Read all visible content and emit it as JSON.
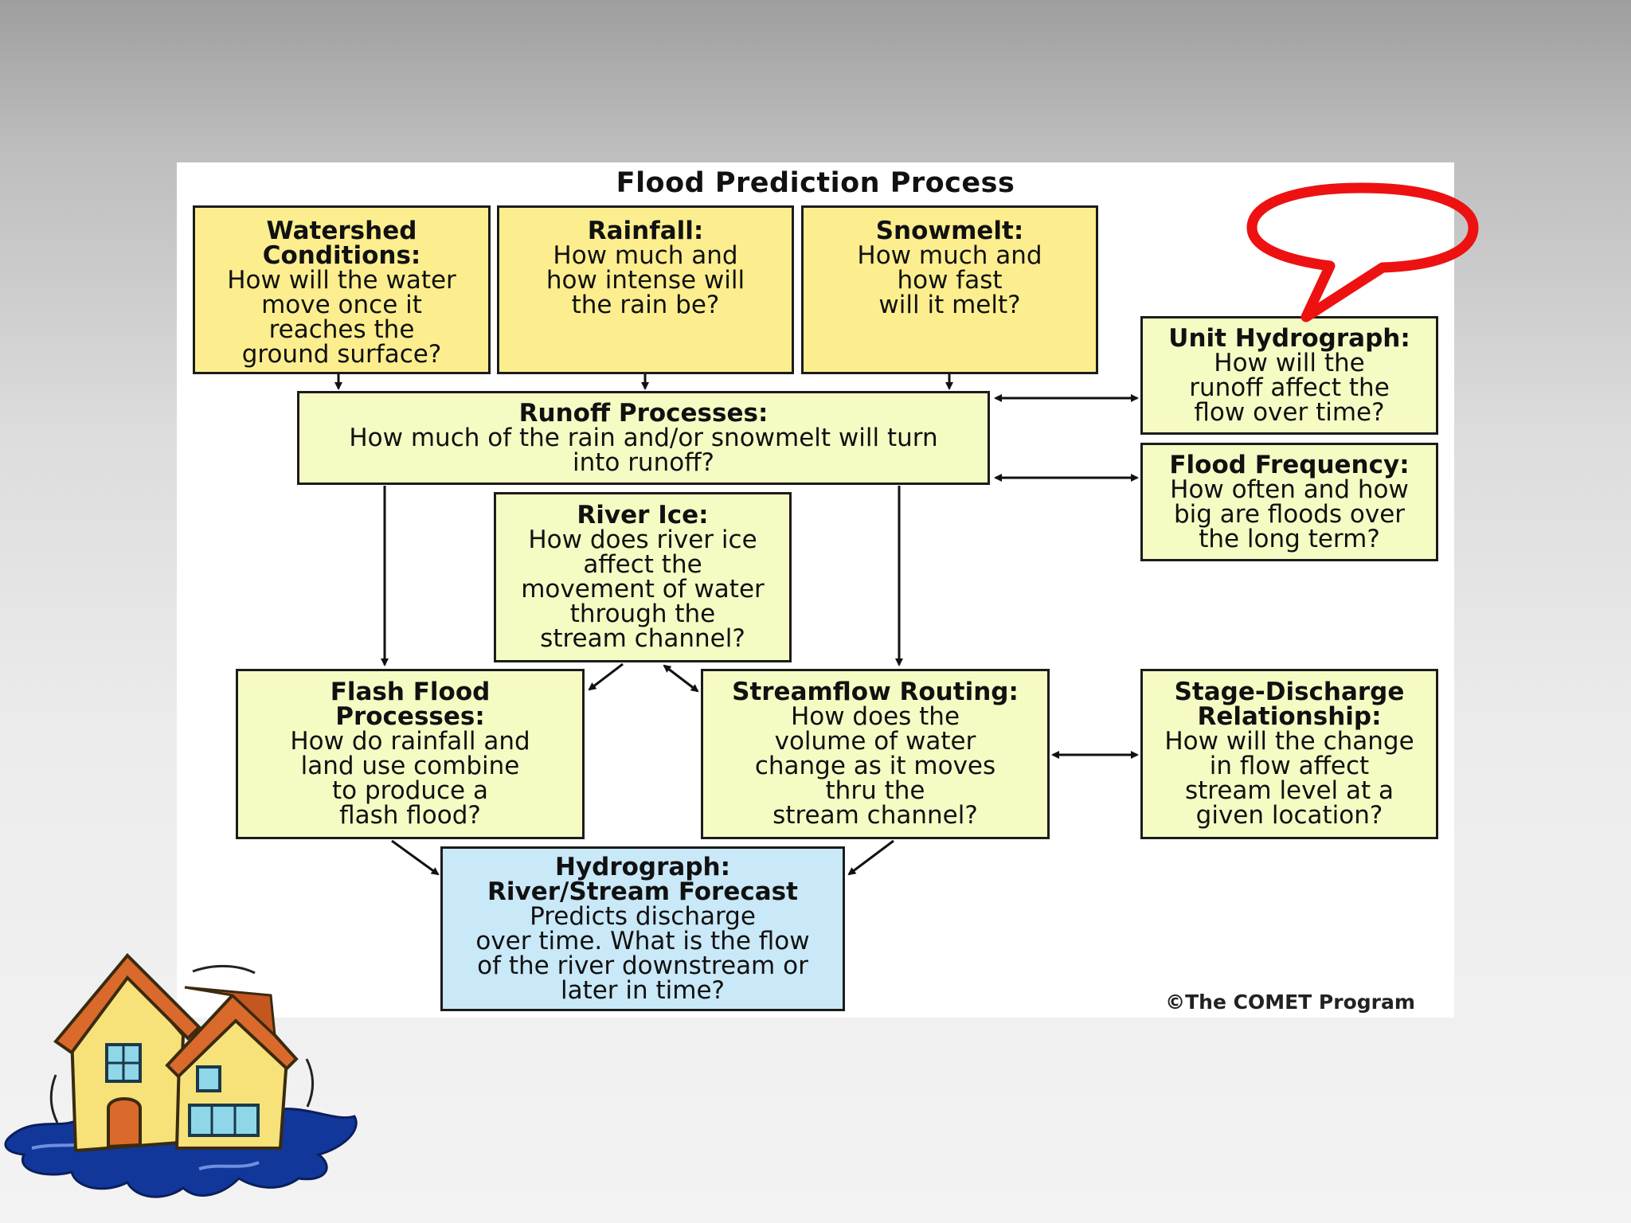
{
  "diagram": {
    "title": "Flood Prediction Process",
    "copyright": "©The COMET Program",
    "nodes": {
      "watershed": {
        "title": "Watershed\nConditions:",
        "desc": "How will the water\nmove once it\nreaches the\nground surface?"
      },
      "rainfall": {
        "title": "Rainfall:",
        "desc": "How much and\nhow intense will\nthe rain be?"
      },
      "snowmelt": {
        "title": "Snowmelt:",
        "desc": "How much and\nhow fast\nwill it melt?"
      },
      "unit_hydrograph": {
        "title": "Unit Hydrograph:",
        "desc": "How will the\nrunoff affect the\nflow over time?"
      },
      "runoff": {
        "title": "Runoff Processes:",
        "desc": "How much of the rain and/or snowmelt will turn\ninto runoff?"
      },
      "flood_frequency": {
        "title": "Flood Frequency:",
        "desc": "How often and how\nbig are floods over\nthe long term?"
      },
      "river_ice": {
        "title": "River Ice:",
        "desc": "How does river ice\naffect the\nmovement of water\nthrough the\nstream channel?"
      },
      "flash_flood": {
        "title": "Flash Flood\nProcesses:",
        "desc": "How do rainfall and\nland use combine\nto produce a\nflash flood?"
      },
      "streamflow": {
        "title": "Streamflow Routing:",
        "desc": "How does the\nvolume of water\nchange as it moves\nthru the\nstream channel?"
      },
      "stage_discharge": {
        "title": "Stage-Discharge\nRelationship:",
        "desc": "How will the change\nin flow affect\nstream level at a\ngiven location?"
      },
      "hydrograph": {
        "title": "Hydrograph:\nRiver/Stream Forecast",
        "desc": "Predicts discharge\nover time. What is the flow\nof the river downstream or\nlater in time?"
      }
    }
  },
  "colors": {
    "yellow_box": "#fcee8e",
    "light_box": "#f6fbc4",
    "blue_box": "#c9e8f8",
    "callout": "#ee1111"
  },
  "icons": [
    "speech-bubble-icon",
    "flooded-house-icon"
  ]
}
